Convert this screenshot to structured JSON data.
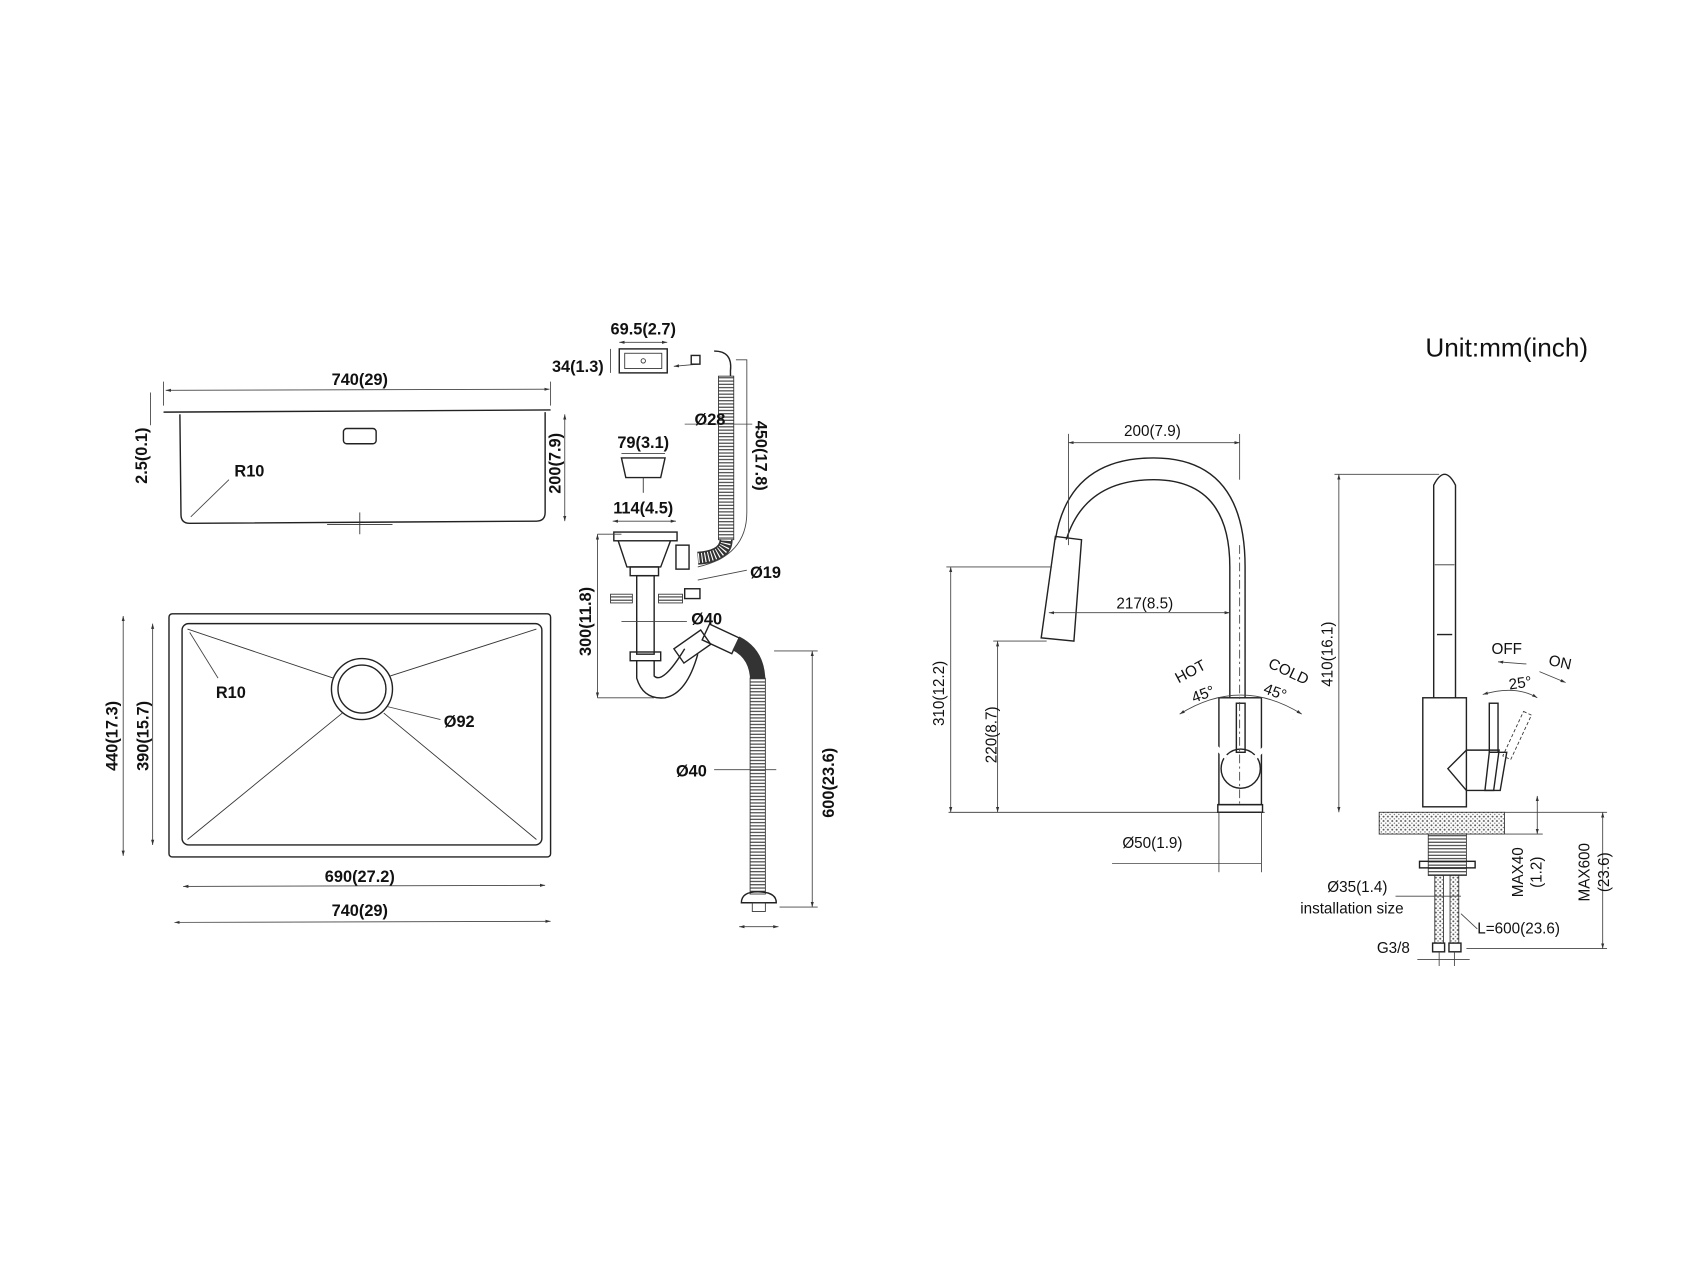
{
  "unit_label": "Unit:mm(inch)",
  "sink": {
    "side_width": "740(29)",
    "rim_thickness": "2.5(0.1)",
    "depth": "200(7.9)",
    "corner_radius_side": "R10",
    "outer_length": "440(17.3)",
    "inner_length": "390(15.7)",
    "corner_radius_top": "R10",
    "drain_diameter": "Ø92",
    "inner_width": "690(27.2)",
    "outer_width": "740(29)"
  },
  "drain": {
    "overflow_width": "69.5(2.7)",
    "overflow_height": "34(1.3)",
    "overflow_hose_diameter": "Ø28",
    "overflow_hose_length": "450(17.8)",
    "basket_diameter": "79(3.1)",
    "strainer_diameter": "114(4.5)",
    "side_inlet_diameter": "Ø19",
    "pipe_diameter": "Ø40",
    "trap_height": "300(11.8)",
    "hose_diameter": "Ø40",
    "hose_length": "600(23.6)"
  },
  "faucet_front": {
    "reach": "200(7.9)",
    "spout_reach": "217(8.5)",
    "spout_height": "310(12.2)",
    "nozzle_height": "220(8.7)",
    "hot_label": "HOT",
    "cold_label": "COLD",
    "hot_angle": "45°",
    "cold_angle": "45°",
    "base_diameter": "Ø50(1.9)"
  },
  "faucet_side": {
    "height": "410(16.1)",
    "off_label": "OFF",
    "on_label": "ON",
    "handle_angle": "25°",
    "max_deck": "MAX40",
    "max_deck_inch": "(1.2)",
    "max_hose": "MAX600",
    "max_hose_inch": "(23.6)",
    "install_diameter": "Ø35(1.4)",
    "install_label": "installation size",
    "hose_length": "L=600(23.6)",
    "thread": "G3/8"
  }
}
